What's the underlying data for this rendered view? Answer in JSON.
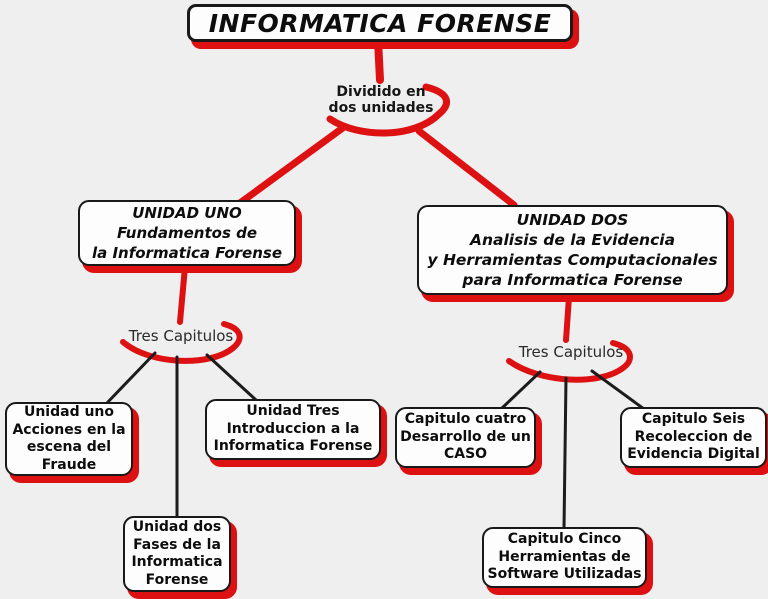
{
  "colors": {
    "accent_red": "#dd1111",
    "connector_black": "#1c1c1c",
    "background": "#f0eff0",
    "node_fill": "#fdfdfd",
    "node_border": "#191919",
    "text_color": "#0d0d0d"
  },
  "title": {
    "label": "INFORMATICA FORENSE"
  },
  "divider": {
    "line1": "Dividido en",
    "line2": "dos unidades"
  },
  "units": {
    "one": {
      "line1": "UNIDAD UNO",
      "line2": "Fundamentos de",
      "line3": "la Informatica Forense",
      "branch_label": "Tres Capitulos"
    },
    "two": {
      "line1": "UNIDAD DOS",
      "line2": "Analisis de la Evidencia",
      "line3": "y Herramientas Computacionales",
      "line4": "para Informatica Forense",
      "branch_label": "Tres Capitulos"
    }
  },
  "chapters": {
    "unidad_uno": {
      "line1": "Unidad uno",
      "line2": "Acciones en la",
      "line3": "escena del",
      "line4": "Fraude"
    },
    "unidad_dos": {
      "line1": "Unidad dos",
      "line2": "Fases de la",
      "line3": "Informatica",
      "line4": "Forense"
    },
    "unidad_tres": {
      "line1": "Unidad Tres",
      "line2": "Introduccion a la",
      "line3": "Informatica Forense"
    },
    "capitulo_cuatro": {
      "line1": "Capitulo cuatro",
      "line2": "Desarrollo de un",
      "line3": "CASO"
    },
    "capitulo_cinco": {
      "line1": "Capitulo Cinco",
      "line2": "Herramientas de",
      "line3": "Software Utilizadas"
    },
    "capitulo_seis": {
      "line1": "Capitulo Seis",
      "line2": "Recoleccion de",
      "line3": "Evidencia Digital"
    }
  }
}
